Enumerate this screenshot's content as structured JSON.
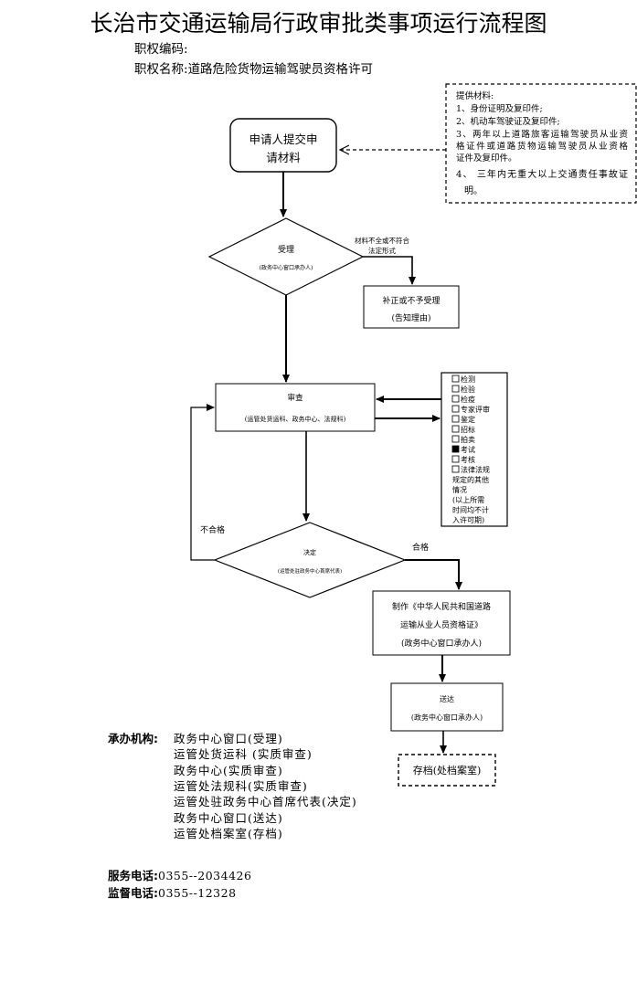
{
  "document": {
    "title": "长治市交通运输局行政审批类事项运行流程图",
    "code_label": "职权编码:",
    "name_label": "职权名称:",
    "name_value": "道路危险货物运输驾驶员资格许可"
  },
  "flow": {
    "materials": {
      "title": "提供材料:",
      "items": [
        "1、身份证明及复印件;",
        "2、机动车驾驶证及复印件;",
        "3、两年以上道路旅客运输驾驶员从业资",
        "格证件或道路货物运输驾驶员从业资格",
        "证件及复印件。",
        "4、 三年内无重大以上交通责任事故证",
        "明。"
      ]
    },
    "apply": {
      "line1": "申请人提交申",
      "line2": "请材料"
    },
    "accept": {
      "label": "受理",
      "sub": "(政务中心窗口承办人)"
    },
    "incomplete": {
      "line1": "材料不全或不符合",
      "line2": "法定形式"
    },
    "correct": {
      "label": "补正或不予受理",
      "sub": "(告知理由)"
    },
    "review": {
      "label": "审查",
      "sub": "(运管处货运科、政务中心、法规科)"
    },
    "checklist": [
      {
        "text": "检测",
        "checked": false
      },
      {
        "text": "检验",
        "checked": false
      },
      {
        "text": "检疫",
        "checked": false
      },
      {
        "text": "专家评审",
        "checked": false
      },
      {
        "text": "鉴定",
        "checked": false
      },
      {
        "text": "招标",
        "checked": false
      },
      {
        "text": "拍卖",
        "checked": false
      },
      {
        "text": "考试",
        "checked": true
      },
      {
        "text": "考核",
        "checked": false
      },
      {
        "text": "法律法规",
        "checked": false
      }
    ],
    "checklist_extra": [
      "规定的其他",
      "情况",
      "(以上所需",
      "时间均不计",
      "入许可期)"
    ],
    "fail": "不合格",
    "pass": "合格",
    "decide": {
      "label": "决定",
      "sub": "(运管处驻政务中心首席代表)"
    },
    "make": {
      "line1": "制作《中华人民共和国道路",
      "line2": "运输从业人员资格证》",
      "sub": "(政务中心窗口承办人)"
    },
    "deliver": {
      "label": "送达",
      "sub": "(政务中心窗口承办人)"
    },
    "archive": "存档(处档案室)"
  },
  "footer": {
    "org_label": "承办机构:",
    "orgs": [
      "政务中心窗口(受理)",
      "运管处货运科  (实质审查)",
      "政务中心(实质审查)",
      "运管处法规科(实质审查)",
      "运管处驻政务中心首席代表(决定)",
      "政务中心窗口(送达)",
      "运管处档案室(存档)"
    ],
    "service_label": "服务电话:",
    "service_phone": "0355--2034426",
    "supervise_label": "监督电话:",
    "supervise_phone": "0355--12328"
  }
}
